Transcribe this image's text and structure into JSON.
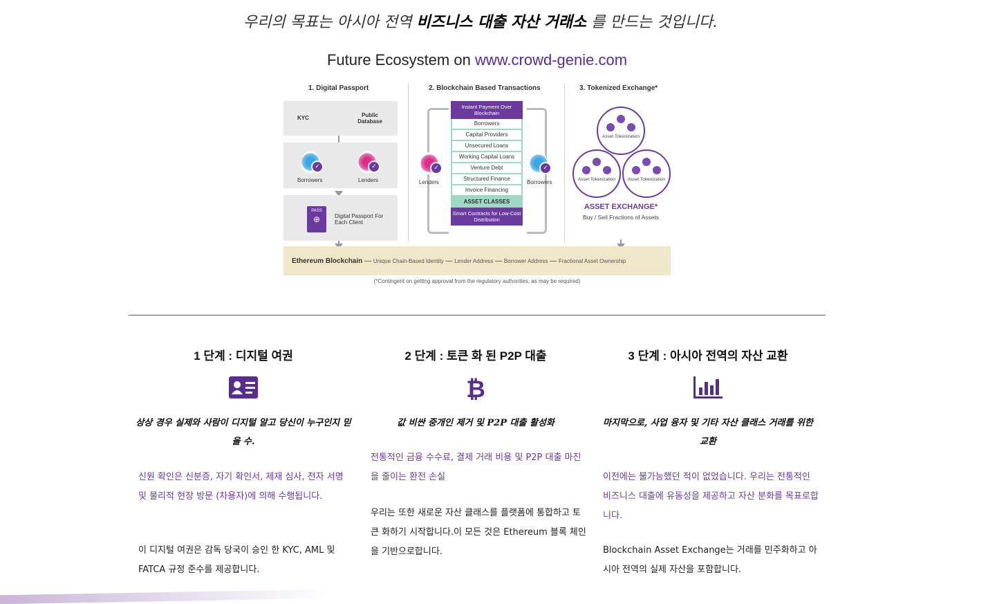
{
  "headline": {
    "prefix": "우리의 목표는 아시아 전역 ",
    "bold": "비즈니스 대출 자산 거래소",
    "suffix": " 를 만드는 것입니다."
  },
  "diagram": {
    "title_prefix": "Future Ecosystem on ",
    "title_link": "www.crowd-genie.com",
    "col1": {
      "heading": "1. Digital Passport",
      "kyc": "KYC",
      "public_db": "Public Database",
      "borrowers": "Borrowers",
      "lenders": "Lenders",
      "pass": "PASS",
      "passport_label": "Digital Passport For Each Client"
    },
    "col2": {
      "heading": "2. Blockchain Based Transactions",
      "top": "Instant Payment Over Blockchain",
      "items": [
        "Borrowers",
        "Capital Providers",
        "Unsecured Loans",
        "Working Capital Loans",
        "Venture Debt",
        "Structured Finance",
        "Invoice Financing"
      ],
      "classes": "ASSET CLASSES",
      "bottom": "Smart Contracts for Low-Cost Distribution",
      "lenders": "Lenders",
      "borrowers": "Borrowers"
    },
    "col3": {
      "heading": "3. Tokenized Exchange*",
      "token_label": "Asset Tokenization",
      "exchange": "ASSET EXCHANGE*",
      "exchange_sub": "Buy / Sell Fractions of Assets"
    },
    "eth": {
      "name": "Ethereum Blockchain",
      "items": [
        "Unique Chain-Based Identity",
        "Lender Address",
        "Borrower Address",
        "Fractional Asset Ownership"
      ]
    },
    "note": "(*Contingent on getting approval from the regulatory authorities, as may be required)"
  },
  "steps": [
    {
      "title": "1 단계 : 디지털 여권",
      "icon": "id-card-icon",
      "quote": "상상 경우 실제와 사람이 디지털 알고 당신이 누구인지 믿을 수.",
      "para1": "신원 확인은 신분증, 자기 확인서, 제재 심사, 전자 서명 및 물리적 현장 방문 (차용자)에 의해 수행됩니다.",
      "para2": "이 디지털 여권은 감독 당국이 승인 한 KYC, AML 및 FATCA 규정 준수를 제공합니다."
    },
    {
      "title": "2 단계 : 토큰 화 된 P2P 대출",
      "icon": "bitcoin-icon",
      "quote": "값 비싼 중개인 제거 및 P2P 대출 활성화",
      "para1": "전통적인 금융 수수료, 결제 거래 비용 및 P2P 대출 마진을 줄이는 환전 손실",
      "para2": "우리는 또한 새로운 자산 클래스를 플랫폼에 통합하고 토큰 화하기 시작합니다.이 모든 것은 Ethereum 블록 체인을 기반으로합니다."
    },
    {
      "title": "3 단계 : 아시아 전역의 자산 교환",
      "icon": "bar-chart-icon",
      "quote": "마지막으로, 사업 융자 및 기타 자산 클래스 거래를 위한 교환",
      "para1": "이전에는 불가능했던 적이 없었습니다. 우리는 전통적인 비즈니스 대출에 유동성을 제공하고 자산 분화를 목표로합니다.",
      "para2": "Blockchain Asset Exchange는 거래를 민주화하고 아시아 전역의 실제 자산을 포함합니다."
    }
  ]
}
